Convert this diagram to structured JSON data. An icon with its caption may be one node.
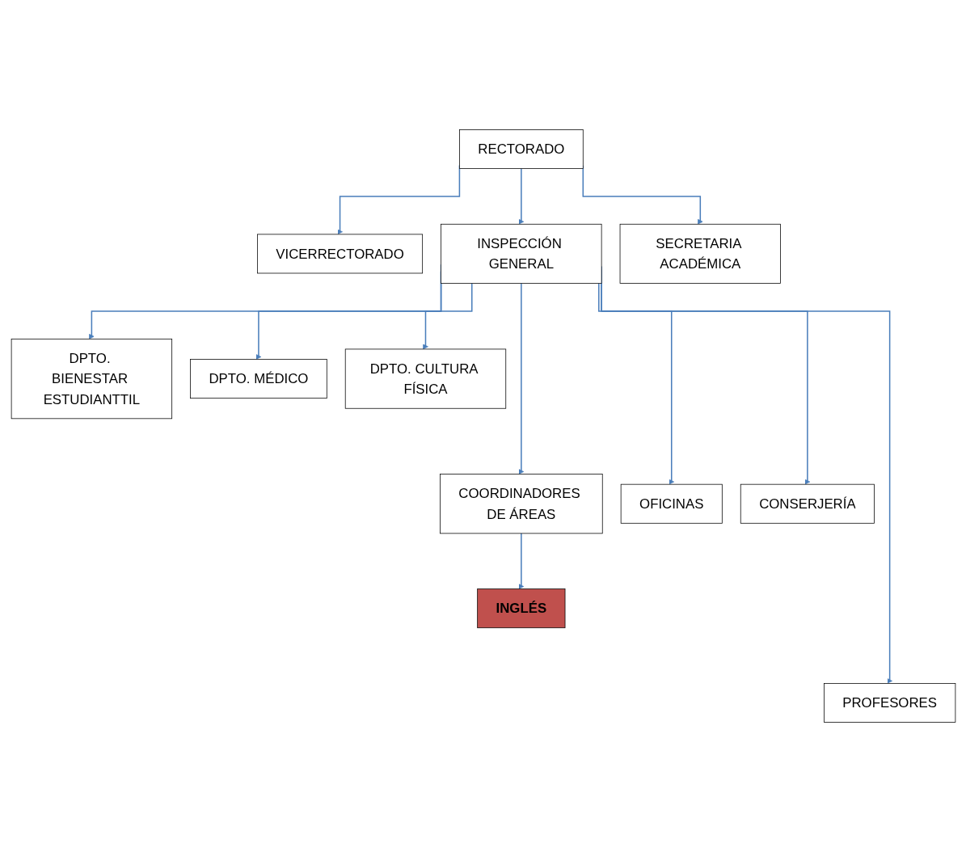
{
  "diagram": {
    "nodes": [
      {
        "text": [
          "RECTORADO"
        ]
      },
      {
        "text": [
          "VICERRECTORADO"
        ]
      },
      {
        "text": [
          "INSPECCIÓN GENERAL"
        ]
      },
      {
        "text": [
          "SECRETARIA ACADÉMICA"
        ]
      },
      {
        "text": [
          "DPTO. BIENESTAR ESTUDIANTTIL"
        ]
      },
      {
        "text": [
          "DPTO. MÉDICO"
        ]
      },
      {
        "text": [
          "DPTO. CULTURA FÍSICA"
        ]
      },
      {
        "text": [
          "COORDINADORES DE ÁREAS"
        ]
      },
      {
        "text": [
          "OFICINAS"
        ]
      },
      {
        "text": [
          "CONSERJERÍA"
        ]
      },
      {
        "text": [
          "INGLÉS"
        ]
      },
      {
        "text": [
          "PROFESORES"
        ]
      }
    ],
    "edges": [
      {
        "from": 0,
        "to": 1,
        "arrow": "to"
      },
      {
        "from": 0,
        "to": 2,
        "arrow": "to"
      },
      {
        "from": 0,
        "to": 3,
        "arrow": "to"
      },
      {
        "from": 2,
        "to": 4,
        "arrow": "to"
      },
      {
        "from": 2,
        "to": 5,
        "arrow": "to"
      },
      {
        "from": 2,
        "to": 6,
        "arrow": "to"
      },
      {
        "from": 2,
        "to": 7,
        "arrow": "to"
      },
      {
        "from": 2,
        "to": 8,
        "arrow": "to"
      },
      {
        "from": 2,
        "to": 9,
        "arrow": "to"
      },
      {
        "from": 7,
        "to": 10,
        "arrow": "to"
      },
      {
        "from": 2,
        "to": 11,
        "arrow": "to"
      }
    ]
  }
}
